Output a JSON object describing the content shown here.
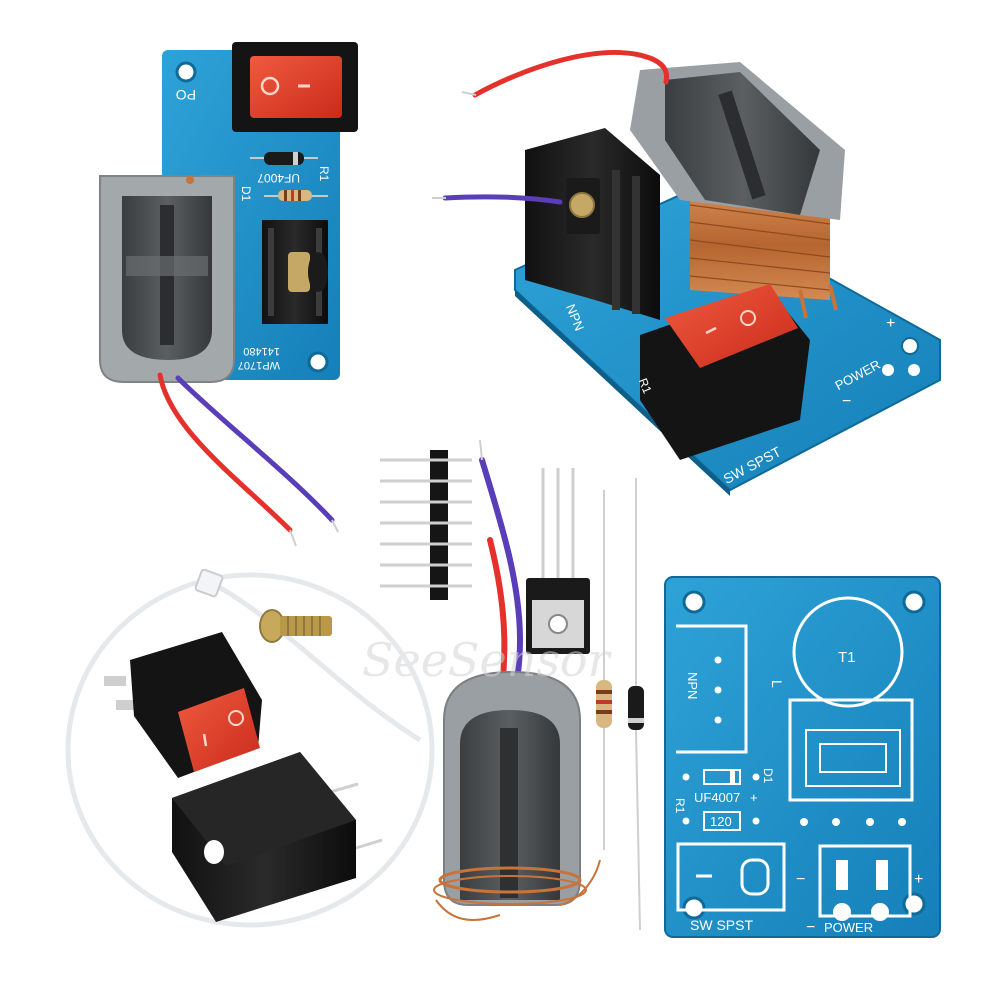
{
  "watermark": "SeeSensor",
  "assembled_top_view": {
    "component_labels": {
      "board_label": "PO",
      "resistor_label": "R1",
      "diode_part": "UF4007",
      "diode_label": "D1",
      "coil_code_1": "WP1707",
      "coil_code_2": "141480"
    }
  },
  "assembled_angled_view": {
    "silk_labels": {
      "transistor": "NPN",
      "resistor": "R1",
      "power": "POWER",
      "plus": "+",
      "minus": "−",
      "switch": "SW SPST"
    }
  },
  "bare_pcb": {
    "silk_labels": {
      "coil": "T1",
      "transistor": "NPN",
      "diode": "UF4007",
      "diode_plus": "+",
      "diode_label": "D1",
      "resistor": "R1",
      "resistor_value": "120",
      "switch": "SW SPST",
      "power": "POWER",
      "plus": "+",
      "minus": "−",
      "switch_minus": "−",
      "coil_marker": "L"
    }
  },
  "colors": {
    "pcb_blue": "#1f8fc7",
    "pcb_edge": "#1678ad",
    "switch_red": "#e8432c",
    "wire_red": "#e5312b",
    "wire_purple": "#5a3db8",
    "ferrite": "#4a4d4f",
    "bobbin_grey": "#9a9fa3",
    "copper": "#c8733a"
  }
}
